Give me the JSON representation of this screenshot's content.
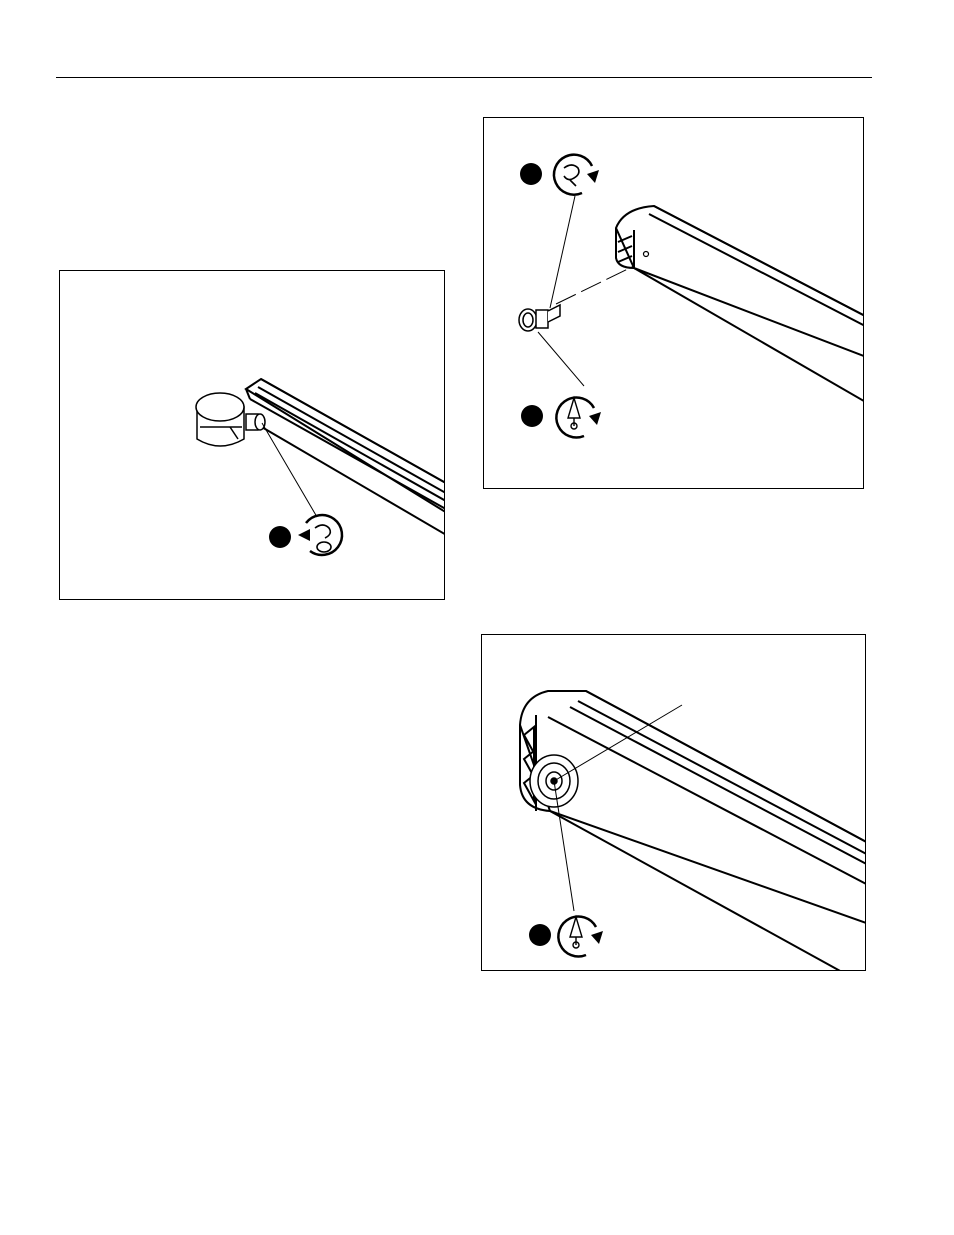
{
  "document": {
    "rule_color": "#000000",
    "figures": [
      {
        "id": "figure-remove-glide",
        "icons": [
          "step-bullet",
          "rotate-counterclockwise-hand-icon"
        ]
      },
      {
        "id": "figure-install-leveler",
        "icons": [
          "step-bullet",
          "rotate-clockwise-hand-icon",
          "step-bullet",
          "rotate-clockwise-screwdriver-icon"
        ]
      },
      {
        "id": "figure-tighten-leveler",
        "icons": [
          "step-bullet",
          "rotate-clockwise-screwdriver-icon"
        ]
      }
    ]
  }
}
